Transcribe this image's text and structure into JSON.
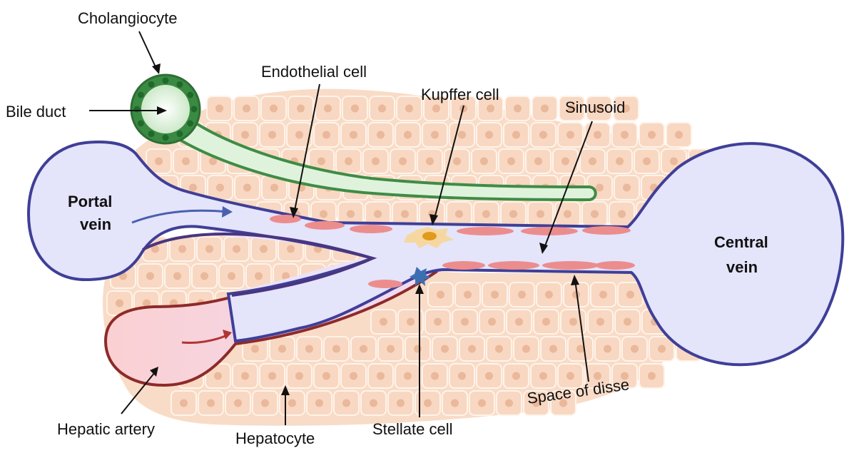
{
  "labels": {
    "cholangiocyte": "Cholangiocyte",
    "bile_duct": "Bile duct",
    "endothelial_cell": "Endothelial cell",
    "kupffer_cell": "Kupffer cell",
    "sinusoid": "Sinusoid",
    "portal_vein_line1": "Portal",
    "portal_vein_line2": "vein",
    "central_vein_line1": "Central",
    "central_vein_line2": "vein",
    "hepatic_artery": "Hepatic artery",
    "hepatocyte": "Hepatocyte",
    "stellate_cell": "Stellate cell",
    "space_of_disse": "Space of disse"
  },
  "colors": {
    "vein_fill": "#e4e4fb",
    "vein_stroke": "#3f3f98",
    "artery_fill": "#fbd2d2",
    "artery_stroke": "#8e2a2a",
    "bile_fill": "#dff3dc",
    "bile_stroke": "#3f8c45",
    "cholangiocyte_nucleus": "#2e7d3a",
    "hepatocyte_fill": "#f8d8c2",
    "hepatocyte_nucleus": "#eab89a",
    "endothelial": "#ec8d8d",
    "kupffer": "#f2b13a",
    "stellate": "#3b6fb2",
    "sinusoid_fill": "#eadcf5"
  }
}
